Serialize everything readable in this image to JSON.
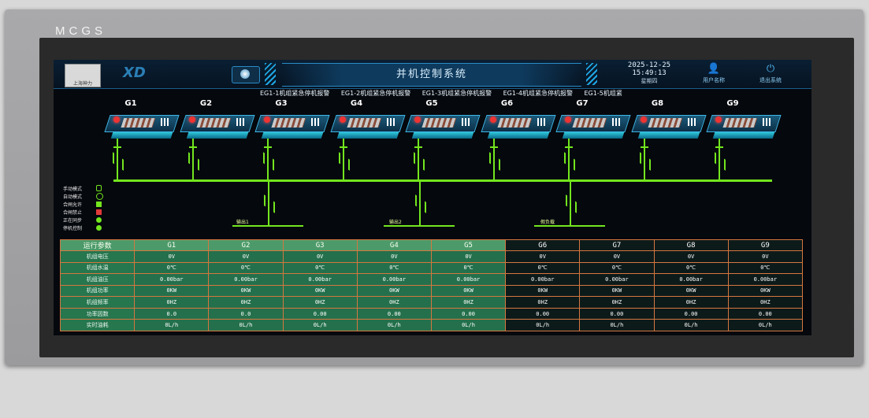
{
  "device": {
    "brand": "MCGS"
  },
  "header": {
    "logo_text": "上海神力",
    "title": "并机控制系统",
    "date": "2025-12-25",
    "time": "15:49:13",
    "weekday": "星期四",
    "user_button_label": "用户名称",
    "logout_button_label": "退出系统",
    "logo2_text": "XD"
  },
  "alarm_ticker": [
    "EG1-1机组紧急停机报警",
    "EG1-2机组紧急停机报警",
    "EG1-3机组紧急停机报警",
    "EG1-4机组紧急停机报警",
    "EG1-5机组紧"
  ],
  "generators": [
    "G1",
    "G2",
    "G3",
    "G4",
    "G5",
    "G6",
    "G7",
    "G8",
    "G9"
  ],
  "legend": [
    {
      "label": "手动模式",
      "icon": "hand-icon",
      "color": "#73e61e"
    },
    {
      "label": "自动模式",
      "icon": "auto-icon",
      "color": "#73e61e"
    },
    {
      "label": "合闸允许",
      "icon": "square-icon",
      "color": "#73e61e"
    },
    {
      "label": "合闸禁止",
      "icon": "square-icon",
      "color": "#e23a3a"
    },
    {
      "label": "正在同步",
      "icon": "circle-icon",
      "color": "#73e61e"
    },
    {
      "label": "停机控制",
      "icon": "circle-icon",
      "color": "#73e61e"
    }
  ],
  "outputs": {
    "out1": "输出1",
    "out2": "输出2",
    "out3": "假负载"
  },
  "table": {
    "header_label": "运行参数",
    "columns": [
      "G1",
      "G2",
      "G3",
      "G4",
      "G5",
      "G6",
      "G7",
      "G8",
      "G9"
    ],
    "rows": [
      {
        "label": "机组电压",
        "values": [
          "0V",
          "0V",
          "0V",
          "0V",
          "0V",
          "0V",
          "0V",
          "0V",
          "0V"
        ]
      },
      {
        "label": "机组水温",
        "values": [
          "0℃",
          "0℃",
          "0℃",
          "0℃",
          "0℃",
          "0℃",
          "0℃",
          "0℃",
          "0℃"
        ]
      },
      {
        "label": "机组油压",
        "values": [
          "0.00bar",
          "0.00bar",
          "0.00bar",
          "0.00bar",
          "0.00bar",
          "0.00bar",
          "0.00bar",
          "0.00bar",
          "0.00bar"
        ]
      },
      {
        "label": "机组功率",
        "values": [
          "0KW",
          "0KW",
          "0KW",
          "0KW",
          "0KW",
          "0KW",
          "0KW",
          "0KW",
          "0KW"
        ]
      },
      {
        "label": "机组频率",
        "values": [
          "0HZ",
          "0HZ",
          "0HZ",
          "0HZ",
          "0HZ",
          "0HZ",
          "0HZ",
          "0HZ",
          "0HZ"
        ]
      },
      {
        "label": "功率因数",
        "values": [
          "0.0",
          "0.0",
          "0.00",
          "0.00",
          "0.00",
          "0.00",
          "0.00",
          "0.00",
          "0.00"
        ]
      },
      {
        "label": "实时油耗",
        "values": [
          "0L/h",
          "0L/h",
          "0L/h",
          "0L/h",
          "0L/h",
          "0L/h",
          "0L/h",
          "0L/h",
          "0L/h"
        ]
      }
    ]
  },
  "colors": {
    "bus": "#73e61e",
    "table_bg": "#24704c",
    "grid": "#d5773f",
    "accent": "#2a8bc7"
  }
}
